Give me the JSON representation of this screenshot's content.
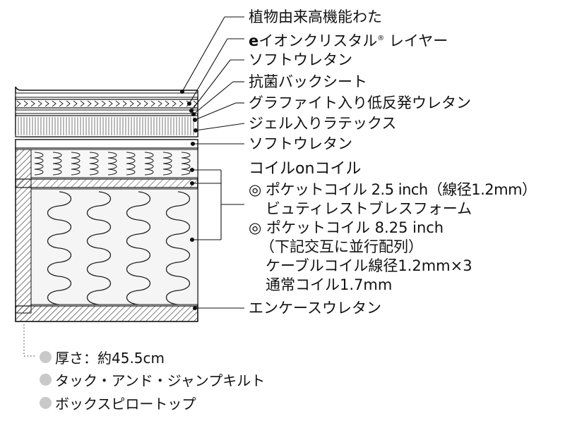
{
  "layers": {
    "l1": "植物由来高機能わた",
    "l2_e": "e",
    "l2": "イオンクリスタル",
    "l2_reg": "®",
    "l2_tail": " レイヤー",
    "l3": "ソフトウレタン",
    "l4": "抗菌バックシート",
    "l5": "グラファイト入り低反発ウレタン",
    "l6": "ジェル入りラテックス",
    "l7": "ソフトウレタン",
    "l8": "エンケースウレタン"
  },
  "coil": {
    "title": "コイルonコイル",
    "line1": "◎ ポケットコイル 2.5 inch（線径1.2mm）",
    "line2": "ビュティレストブレスフォーム",
    "line3": "◎ ポケットコイル 8.25 inch",
    "line4": "（下記交互に並行配列）",
    "line5": "ケーブルコイル線径1.2mm×3",
    "line6": "通常コイル1.7mm"
  },
  "features": [
    "厚さ：約45.5cm",
    "タック・アンド・ジャンプキルト",
    "ボックスピロートップ"
  ]
}
